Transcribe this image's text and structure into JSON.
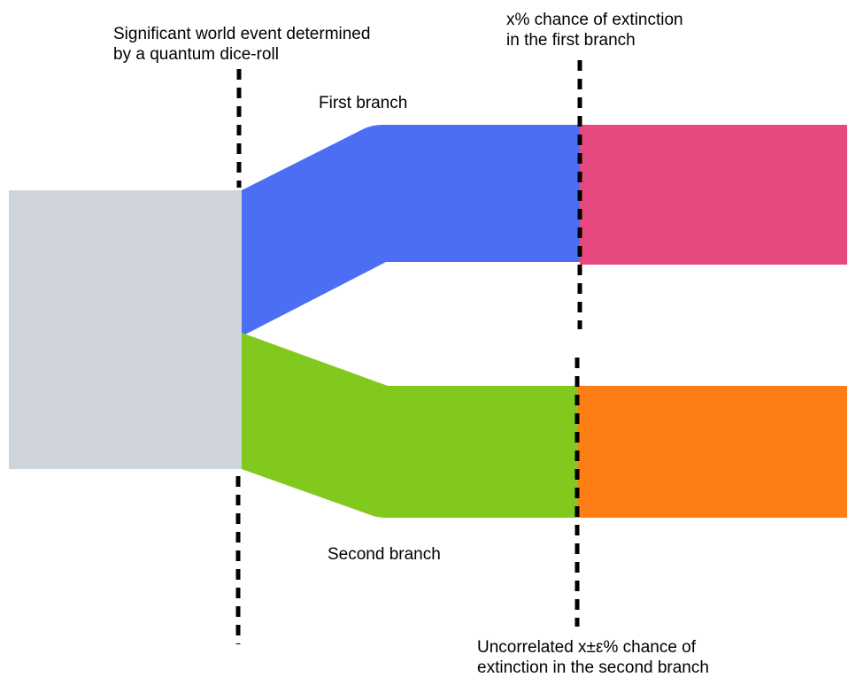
{
  "labels": {
    "event_line1": "Significant world event determined",
    "event_line2": "by a quantum dice-roll",
    "first_branch": "First branch",
    "second_branch": "Second branch",
    "first_extinction_line1": "x% chance of extinction",
    "first_extinction_line2": "in the first branch",
    "second_extinction_line1": "Uncorrelated x±ε% chance of",
    "second_extinction_line2": "extinction in the second branch"
  },
  "colors": {
    "trunk": "#cfd3dc",
    "first_branch": "#4b6ef5",
    "second_branch": "#82c91e",
    "first_extinction": "#e64980",
    "second_extinction": "#fd7e14",
    "divider": "#000000"
  }
}
